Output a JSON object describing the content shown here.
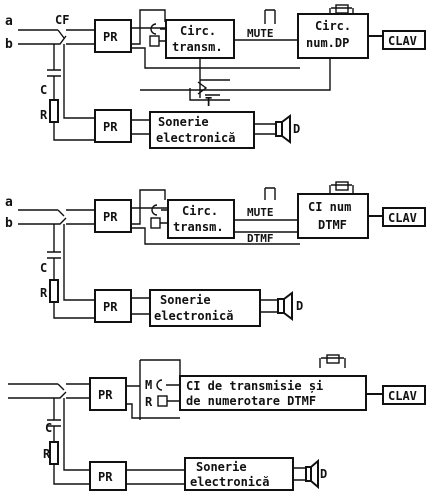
{
  "d1": {
    "line_a": "a",
    "line_b": "b",
    "cf": "CF",
    "pr1": "PR",
    "pr2": "PR",
    "circ_transm": [
      "Circ.",
      "transm."
    ],
    "mute": "MUTE",
    "circ_num": [
      "Circ.",
      "num.DP"
    ],
    "clav": "CLAV",
    "c": "C",
    "r": "R",
    "t": "T",
    "sonerie": [
      "Sonerie",
      "electronică"
    ],
    "d": "D"
  },
  "d2": {
    "line_a": "a",
    "line_b": "b",
    "pr1": "PR",
    "pr2": "PR",
    "circ_transm": [
      "Circ.",
      "transm."
    ],
    "mute": "MUTE",
    "dtmf": "DTMF",
    "ci_num": [
      "CI num",
      "DTMF"
    ],
    "clav": "CLAV",
    "c": "C",
    "r": "R",
    "sonerie": [
      "Sonerie",
      "electronică"
    ],
    "d": "D"
  },
  "d3": {
    "pr1": "PR",
    "pr2": "PR",
    "m": "M",
    "r_mic": "R",
    "ci": [
      "CI de transmisie și",
      "de numerotare DTMF"
    ],
    "clav": "CLAV",
    "c": "C",
    "r": "R",
    "sonerie": [
      "Sonerie",
      "electronică"
    ],
    "d": "D"
  }
}
